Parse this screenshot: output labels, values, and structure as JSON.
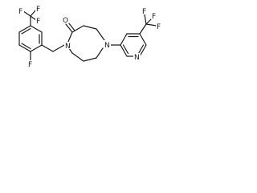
{
  "atoms": {
    "cf3_left": {
      "F_top": "F",
      "F_mid": "F",
      "F_left": "F"
    },
    "fluoro": "F",
    "ketone_O": "O",
    "ring_N1": "N",
    "ring_N2": "N",
    "pyridine_N": "N",
    "cf3_right": {
      "F_top": "F",
      "F_right": "F",
      "F_bottom": "F"
    }
  }
}
